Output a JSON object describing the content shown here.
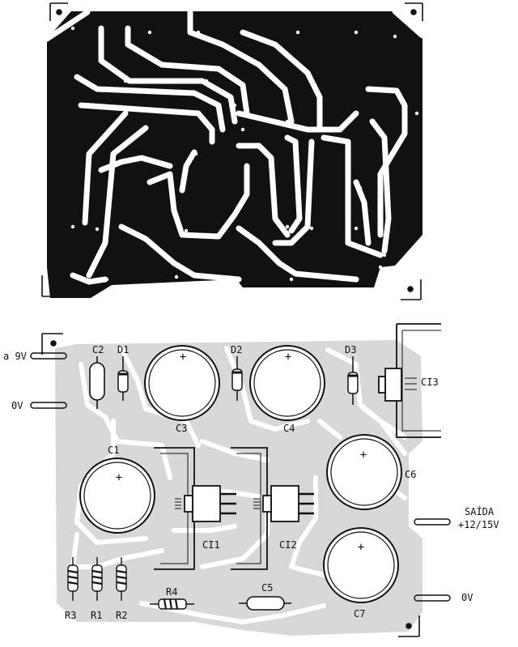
{
  "labels": {
    "input_9v": "a 9V",
    "input_0v": "0V",
    "output_label": "SAÍDA",
    "output_voltage": "+12/15V",
    "output_0v": "0V",
    "c1": "C1",
    "c2": "C2",
    "c3": "C3",
    "c4": "C4",
    "c5": "C5",
    "c6": "C6",
    "c7": "C7",
    "d1": "D1",
    "d2": "D2",
    "d3": "D3",
    "r1": "R1",
    "r2": "R2",
    "r3": "R3",
    "r4": "R4",
    "ci1": "CI1",
    "ci2": "CI2",
    "ci3": "CI3",
    "plus": "+"
  },
  "colors": {
    "copper": "#111111",
    "board": "#ffffff",
    "silk_track": "#d8d8d8",
    "ink": "#111111"
  }
}
